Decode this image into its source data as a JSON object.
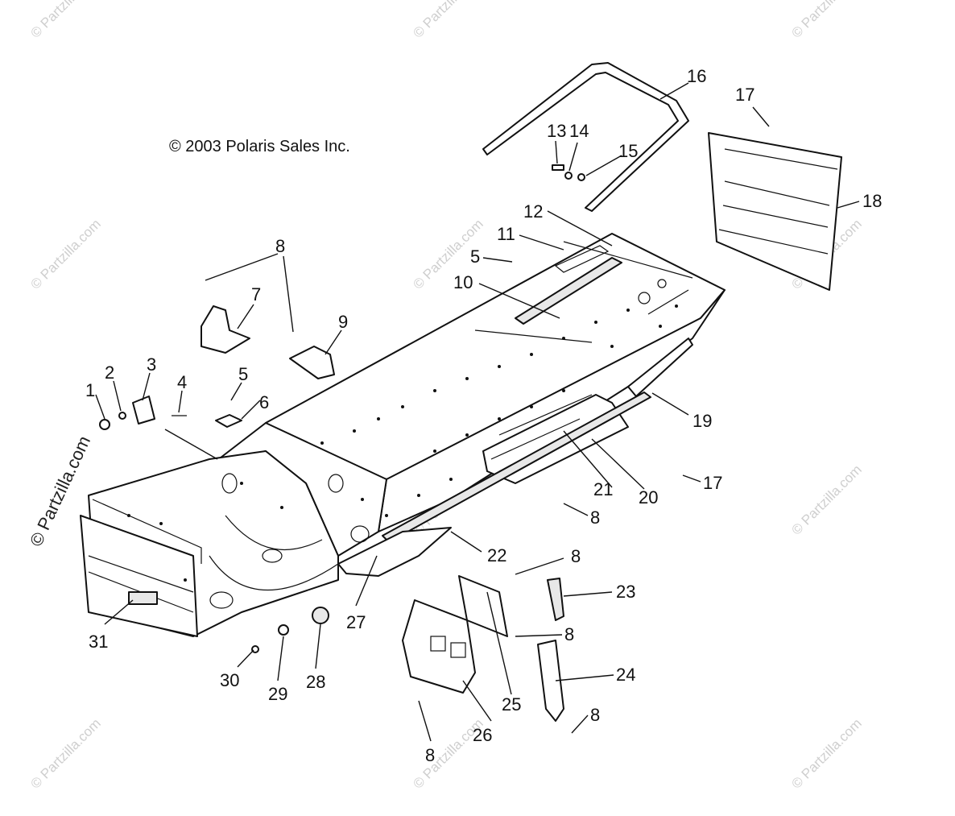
{
  "copyright": "© 2003 Polaris Sales Inc.",
  "watermark": "© Partzilla.com",
  "callouts": [
    "1",
    "2",
    "3",
    "4",
    "5",
    "6",
    "7",
    "8",
    "9",
    "10",
    "11",
    "12",
    "13",
    "14",
    "15",
    "16",
    "17",
    "18",
    "19",
    "20",
    "21",
    "22",
    "23",
    "24",
    "25",
    "26",
    "27",
    "28",
    "29",
    "30",
    "31"
  ],
  "colors": {
    "line": "#111111",
    "background": "#ffffff",
    "watermark": "#cfcfcf"
  }
}
